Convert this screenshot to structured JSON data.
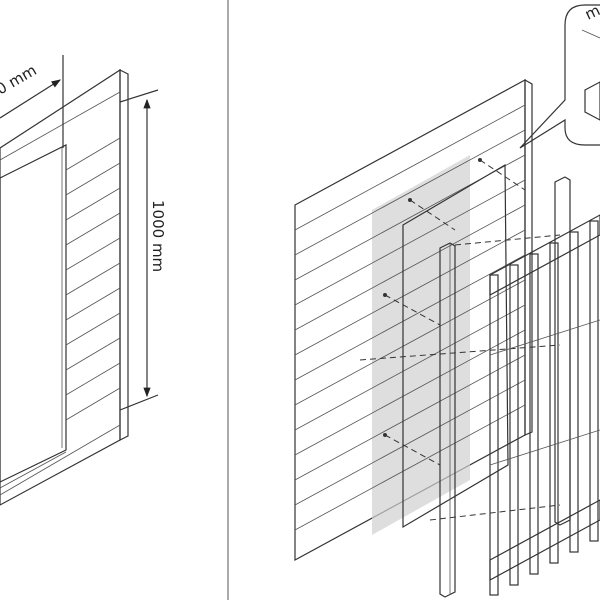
{
  "left_panel": {
    "width_dimension": "0 mm",
    "height_dimension": "1000 mm"
  },
  "right_panel": {
    "callout_text": "m"
  },
  "colors": {
    "wall_fill": "#e6e6e6",
    "shade_fill": "#d0d0d0",
    "line": "#333333"
  }
}
